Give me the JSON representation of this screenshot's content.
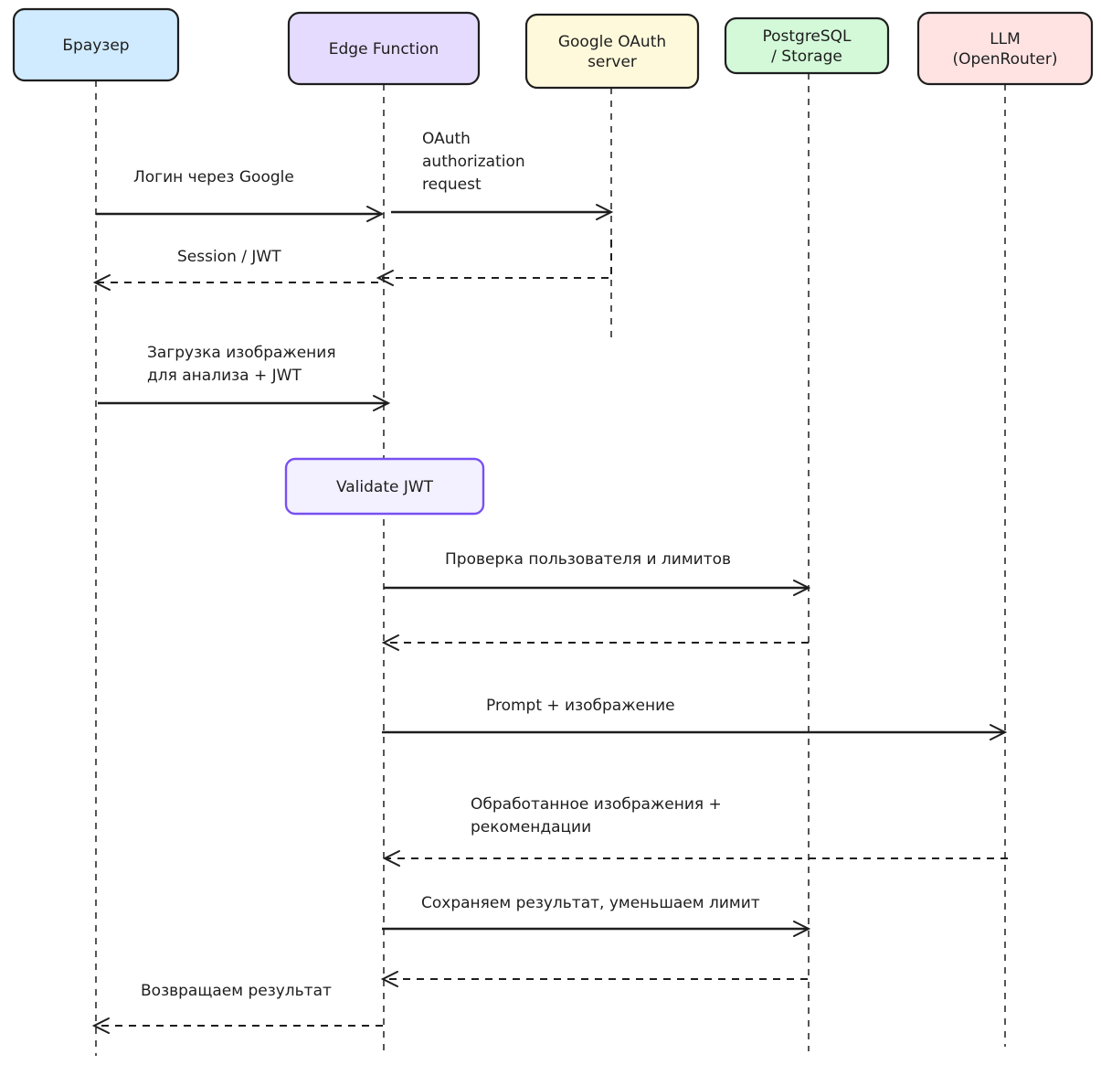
{
  "actors": [
    {
      "id": "browser",
      "label": "Браузер",
      "fill": "#d0ebff"
    },
    {
      "id": "edge",
      "label": "Edge Function",
      "fill": "#e5dbff"
    },
    {
      "id": "oauth",
      "label": "Google OAuth\nserver",
      "fill": "#fff9db"
    },
    {
      "id": "db",
      "label": "PostgreSQL\n/ Storage",
      "fill": "#d3f9d8"
    },
    {
      "id": "llm",
      "label": "LLM\n(OpenRouter)",
      "fill": "#ffe3e3"
    }
  ],
  "note": {
    "label": "Validate JWT",
    "fill": "#f3f0ff",
    "stroke": "#7950f2"
  },
  "messages": [
    {
      "from": "browser",
      "to": "edge",
      "style": "solid",
      "label": "Логин через Google"
    },
    {
      "from": "edge",
      "to": "oauth",
      "style": "solid",
      "label": "OAuth\nauthorization\nrequest"
    },
    {
      "from": "oauth",
      "to": "edge",
      "style": "dashed",
      "label": ""
    },
    {
      "from": "edge",
      "to": "browser",
      "style": "dashed",
      "label": "Session / JWT"
    },
    {
      "from": "browser",
      "to": "edge",
      "style": "solid",
      "label": "Загрузка изображения\nдля анализа + JWT"
    },
    {
      "from": "edge",
      "to": "db",
      "style": "solid",
      "label": "Проверка пользователя и лимитов"
    },
    {
      "from": "db",
      "to": "edge",
      "style": "dashed",
      "label": ""
    },
    {
      "from": "edge",
      "to": "llm",
      "style": "solid",
      "label": "Prompt + изображение"
    },
    {
      "from": "llm",
      "to": "edge",
      "style": "dashed",
      "label": "Обработанное изображения +\nрекомендации"
    },
    {
      "from": "edge",
      "to": "db",
      "style": "solid",
      "label": "Сохраняем результат, уменьшаем лимит"
    },
    {
      "from": "db",
      "to": "edge",
      "style": "dashed",
      "label": ""
    },
    {
      "from": "edge",
      "to": "browser",
      "style": "dashed",
      "label": "Возвращаем результат"
    }
  ]
}
